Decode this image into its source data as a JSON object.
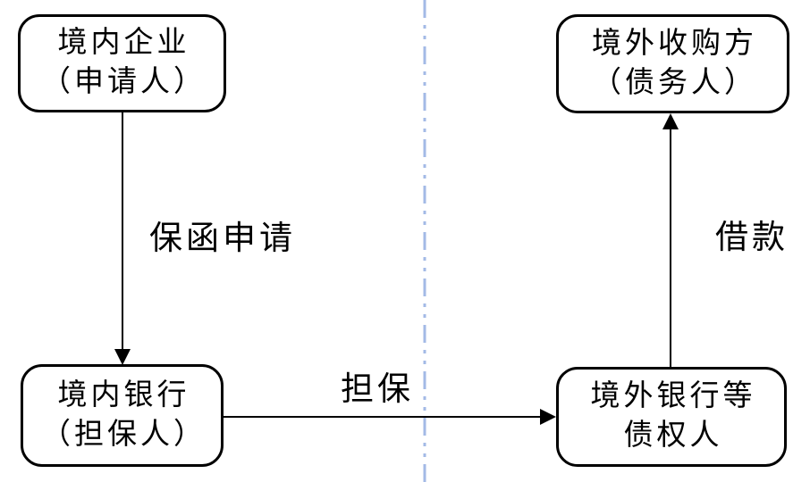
{
  "diagram": {
    "colors": {
      "line": "#000000",
      "divider": "#A3BAE6",
      "background": "#FFFFFF"
    },
    "nodes": {
      "domestic_enterprise": {
        "line1": "境内企业",
        "line2": "（申请人）"
      },
      "overseas_acquirer": {
        "line1": "境外收购方",
        "line2": "（债务人）"
      },
      "domestic_bank": {
        "line1": "境内银行",
        "line2": "（担保人）"
      },
      "overseas_creditor": {
        "line1": "境外银行等",
        "line2": "债权人"
      }
    },
    "edges": {
      "guarantee_application": {
        "label": "保函申请",
        "from": "domestic_enterprise",
        "to": "domestic_bank"
      },
      "guarantee": {
        "label": "担保",
        "from": "domestic_bank",
        "to": "overseas_creditor"
      },
      "loan": {
        "label": "借款",
        "from": "overseas_creditor",
        "to": "overseas_acquirer"
      }
    }
  }
}
